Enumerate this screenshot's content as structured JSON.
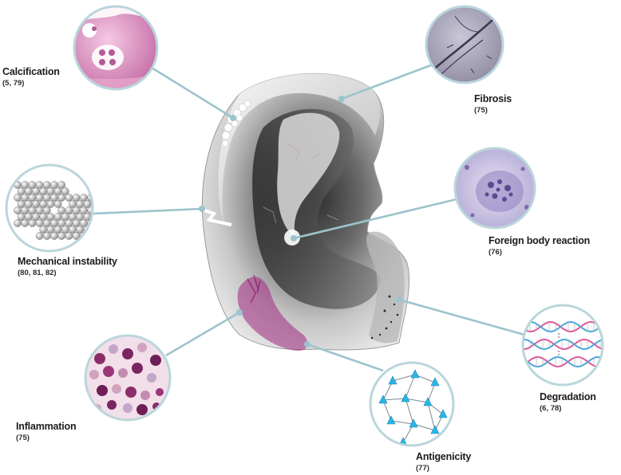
{
  "callouts": [
    {
      "id": "calcification",
      "title": "Calcification",
      "refs": "(5, 79)"
    },
    {
      "id": "fibrosis",
      "title": "Fibrosis",
      "refs": "(75)"
    },
    {
      "id": "mechanical-instability",
      "title": "Mechanical instability",
      "refs": "(80, 81, 82)"
    },
    {
      "id": "foreign-body-reaction",
      "title": "Foreign body reaction",
      "refs": "(76)"
    },
    {
      "id": "inflammation",
      "title": "Inflammation",
      "refs": "(75)"
    },
    {
      "id": "antigenicity",
      "title": "Antigenicity",
      "refs": "(77)"
    },
    {
      "id": "degradation",
      "title": "Degradation",
      "refs": "(6, 78)"
    }
  ],
  "colors": {
    "connector": "#9cc4cc",
    "circle_border": "#b9d6dc",
    "label_text": "#1c1c1c",
    "ear_light": "#f2f2f2",
    "ear_dark": "#3a3a3a",
    "inflammation_stain": "#a0287f",
    "antigen_cyan": "#29b6e6",
    "dna_pink": "#e0569a",
    "dna_blue": "#4aa7d8"
  }
}
